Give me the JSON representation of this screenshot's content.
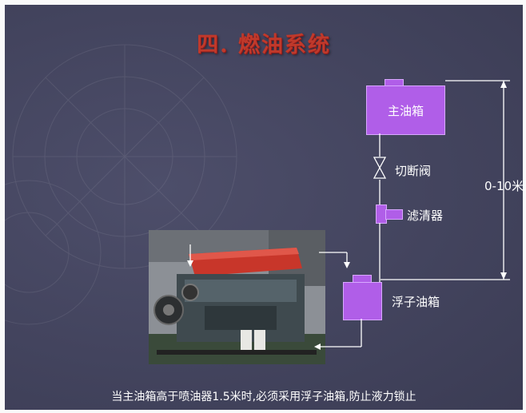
{
  "title": "四. 燃油系统",
  "main_tank": "主油箱",
  "valve": "切断阀",
  "filter": "滤清器",
  "float_tank": "浮子油箱",
  "height_range": "0-10米",
  "caption": "当主油箱高于喷油器1.5米时,必须采用浮子油箱,防止液力锁止",
  "colors": {
    "background": "#43445e",
    "component": "#b05ee8",
    "title": "#c0392b",
    "lines": "#ffffff"
  }
}
